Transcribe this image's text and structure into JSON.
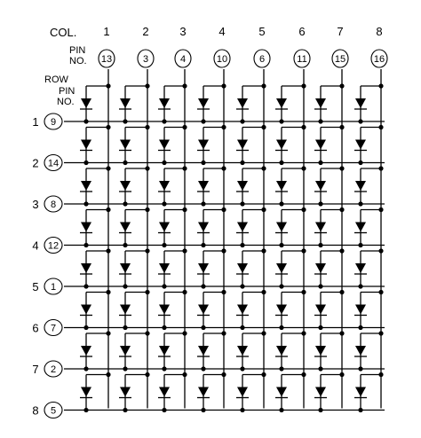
{
  "labels": {
    "col": "COL.",
    "pin_line1": "PIN",
    "pin_line2": "NO.",
    "row": "ROW",
    "row_pin_line1": "PIN",
    "row_pin_line2": "NO."
  },
  "columns": [
    {
      "number": "1",
      "pin": "13"
    },
    {
      "number": "2",
      "pin": "3"
    },
    {
      "number": "3",
      "pin": "4"
    },
    {
      "number": "4",
      "pin": "10"
    },
    {
      "number": "5",
      "pin": "6"
    },
    {
      "number": "6",
      "pin": "11"
    },
    {
      "number": "7",
      "pin": "15"
    },
    {
      "number": "8",
      "pin": "16"
    }
  ],
  "rows": [
    {
      "number": "1",
      "pin": "9"
    },
    {
      "number": "2",
      "pin": "14"
    },
    {
      "number": "3",
      "pin": "8"
    },
    {
      "number": "4",
      "pin": "12"
    },
    {
      "number": "5",
      "pin": "1"
    },
    {
      "number": "6",
      "pin": "7"
    },
    {
      "number": "7",
      "pin": "2"
    },
    {
      "number": "8",
      "pin": "5"
    }
  ],
  "colors": {
    "ink": "#000000",
    "background": "#ffffff"
  }
}
